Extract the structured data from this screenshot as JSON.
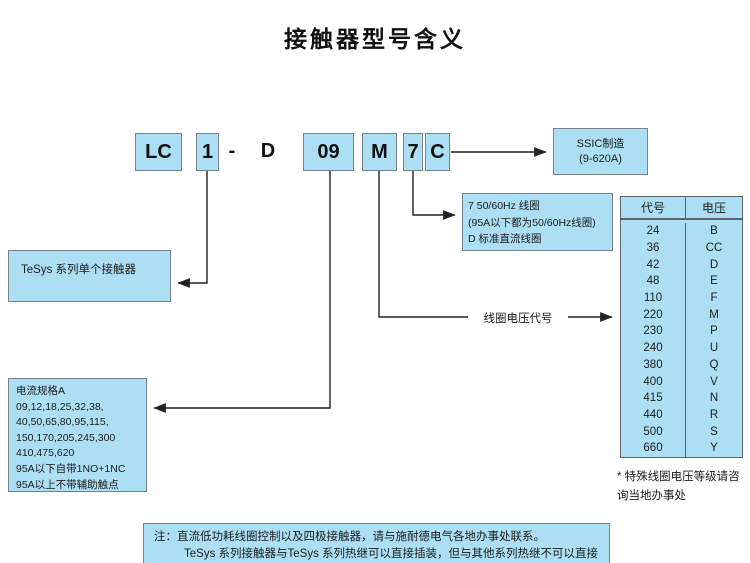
{
  "title": "接触器型号含义",
  "model": {
    "parts": [
      {
        "text": "LC",
        "boxed": true
      },
      {
        "text": "1",
        "boxed": true
      },
      {
        "text": "-",
        "boxed": false
      },
      {
        "text": "D",
        "boxed": false
      },
      {
        "text": "09",
        "boxed": true
      },
      {
        "text": "M",
        "boxed": true
      },
      {
        "text": "7",
        "boxed": true
      },
      {
        "text": "C",
        "boxed": true
      }
    ]
  },
  "callouts": {
    "ssic": {
      "line1": "SSIC制造",
      "line2": "(9-620A)"
    },
    "coil": {
      "line1": "7 50/60Hz 线圈",
      "line2": "(95A以下都为50/60Hz线圈)",
      "line3": "D 标准直流线圈"
    },
    "series": {
      "text": "TeSys 系列单个接触器"
    },
    "current": {
      "lines": [
        "电流规格A",
        "09,12,18,25,32,38,",
        "40,50,65,80,95,115,",
        "150,170,205,245,300",
        "410,475,620",
        "95A以下自带1NO+1NC",
        "95A以上不带辅助触点"
      ]
    },
    "coil_voltage_label": "线圈电压代号"
  },
  "voltage_table": {
    "headers": {
      "code": "代号",
      "voltage": "电压"
    },
    "rows": [
      [
        "24",
        "B"
      ],
      [
        "36",
        "CC"
      ],
      [
        "42",
        "D"
      ],
      [
        "48",
        "E"
      ],
      [
        "110",
        "F"
      ],
      [
        "220",
        "M"
      ],
      [
        "230",
        "P"
      ],
      [
        "240",
        "U"
      ],
      [
        "380",
        "Q"
      ],
      [
        "400",
        "V"
      ],
      [
        "415",
        "N"
      ],
      [
        "440",
        "R"
      ],
      [
        "500",
        "S"
      ],
      [
        "660",
        "Y"
      ]
    ],
    "footnote": "* 特殊线圈电压等级请咨询当地办事处"
  },
  "note": {
    "line1": "注：直流低功耗线圈控制以及四极接触器，请与施耐德电气各地办事处联系。",
    "line2": "TeSys 系列接触器与TeSys 系列热继可以直接插装，但与其他系列热继不可以直接插装。"
  },
  "colors": {
    "box_fill": "#addff4",
    "box_border": "#76828c",
    "table_border": "#5a646b",
    "line_color": "#222222",
    "text_color": "#1c1c1c"
  }
}
